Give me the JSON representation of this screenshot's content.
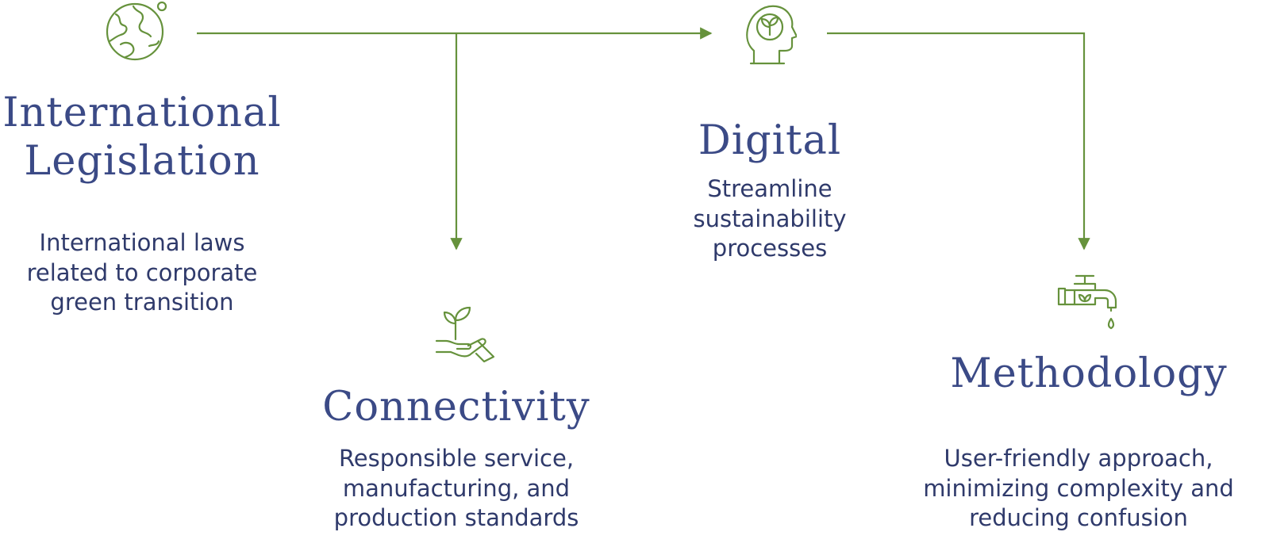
{
  "colors": {
    "accent": "#66923c",
    "title": "#3b4a86",
    "text": "#2f3a6b"
  },
  "nodes": [
    {
      "id": "international",
      "icon": "globe-icon",
      "title": "International\nLegislation",
      "description": "International laws\nrelated to corporate\ngreen transition"
    },
    {
      "id": "connectivity",
      "icon": "hand-sprout-icon",
      "title": "Connectivity",
      "description": "Responsible service,\nmanufacturing, and\nproduction standards"
    },
    {
      "id": "digital",
      "icon": "head-plant-icon",
      "title": "Digital",
      "description": "Streamline\nsustainability\nprocesses"
    },
    {
      "id": "methodology",
      "icon": "water-tap-icon",
      "title": "Methodology",
      "description": "User-friendly approach,\nminimizing complexity and\nreducing confusion"
    }
  ],
  "edges": [
    {
      "from": "international",
      "to": "digital"
    },
    {
      "from": "international",
      "to": "connectivity"
    },
    {
      "from": "digital",
      "to": "methodology"
    }
  ]
}
